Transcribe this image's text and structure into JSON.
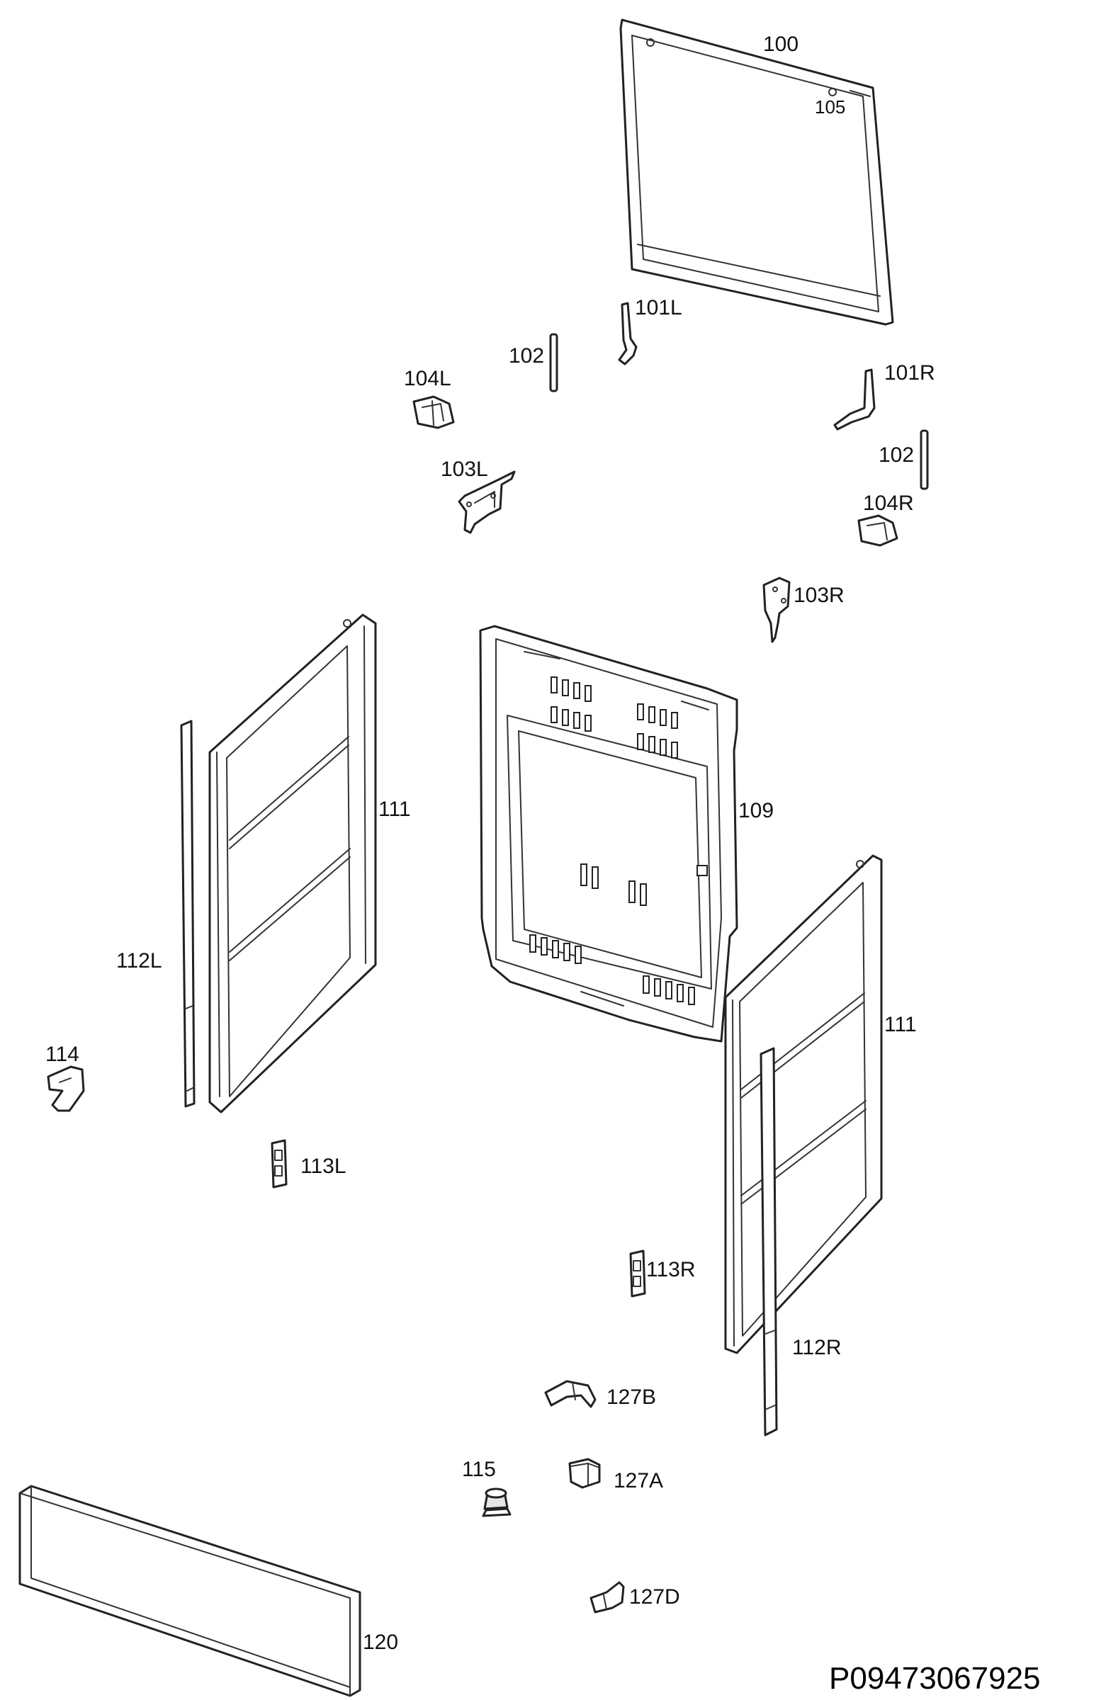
{
  "diagram": {
    "drawing_code": "P09473067925",
    "parts": {
      "p100": "100",
      "p105": "105",
      "p101L": "101L",
      "p102a": "102",
      "p104L": "104L",
      "p101R": "101R",
      "p102b": "102",
      "p103L": "103L",
      "p104R": "104R",
      "p103R": "103R",
      "p111a": "111",
      "p109": "109",
      "p112L": "112L",
      "p111b": "111",
      "p114": "114",
      "p113L": "113L",
      "p113R": "113R",
      "p112R": "112R",
      "p127B": "127B",
      "p115": "115",
      "p127A": "127A",
      "p127D": "127D",
      "p120": "120"
    }
  }
}
